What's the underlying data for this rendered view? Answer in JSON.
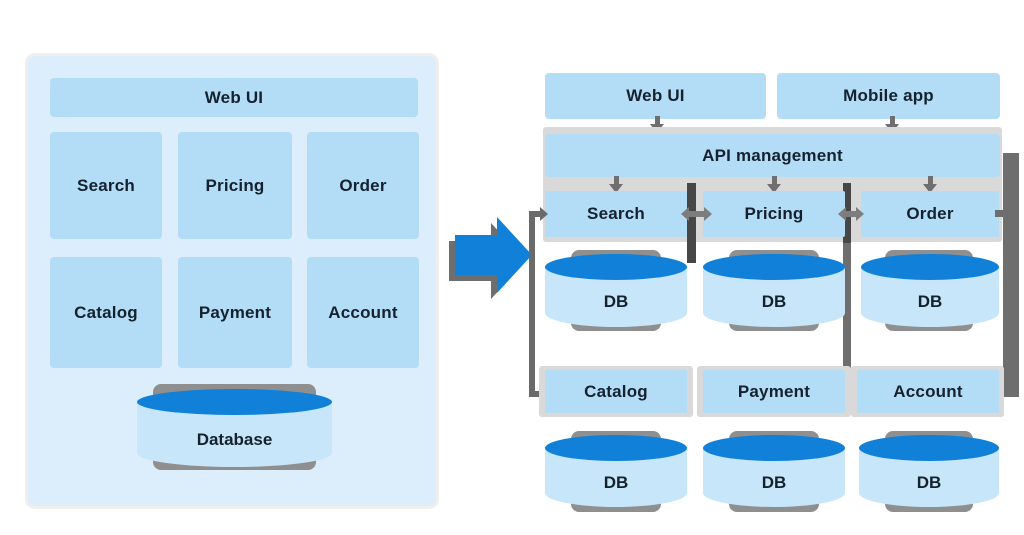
{
  "monolith": {
    "client": "Web UI",
    "modules": [
      "Search",
      "Pricing",
      "Order",
      "Catalog",
      "Payment",
      "Account"
    ],
    "database": "Database"
  },
  "microservices": {
    "clients": [
      "Web UI",
      "Mobile app"
    ],
    "gateway": "API management",
    "services_top": [
      "Search",
      "Pricing",
      "Order"
    ],
    "services_bottom": [
      "Catalog",
      "Payment",
      "Account"
    ],
    "db_label": "DB"
  },
  "colors": {
    "box_blue": "#b3ddf6",
    "monolith_background": "#dcedfb",
    "cylinder_body": "#c7e6fa",
    "accent_blue": "#1080d8",
    "backing_gray": "#d9d9d9",
    "connector_gray": "#6f6f6f",
    "inter_service_arrow_gray": "#7d7d7d",
    "boundary_dark": "#474747",
    "cylinder_shadow": "#8f8f8f",
    "text": "#15222e"
  }
}
